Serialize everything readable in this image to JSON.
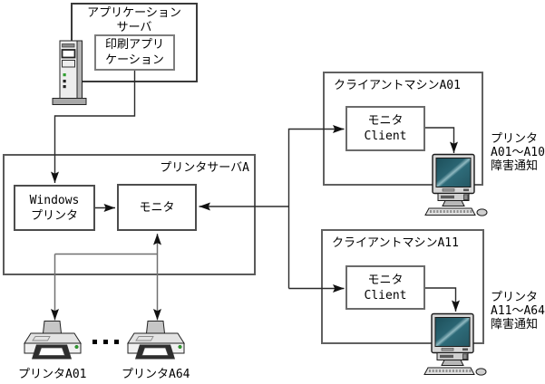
{
  "app_server": {
    "label_lines": [
      "アプリケーション",
      "サーバ"
    ],
    "print_app_lines": [
      "印刷アプリ",
      "ケーション"
    ]
  },
  "printer_server": {
    "label": "プリンタサーバA",
    "windows_printer_lines": [
      "Windows",
      "プリンタ"
    ],
    "monitor_label": "モニタ"
  },
  "client_a01": {
    "label": "クライアントマシンA01",
    "monitor_client_lines": [
      "モニタ",
      "Client"
    ],
    "notice_lines": [
      "プリンタ",
      "A01～A10",
      "障害通知"
    ]
  },
  "client_a11": {
    "label": "クライアントマシンA11",
    "monitor_client_lines": [
      "モニタ",
      "Client"
    ],
    "notice_lines": [
      "プリンタ",
      "A11～A64",
      "障害通知"
    ]
  },
  "printers_row": {
    "printer_a01_label": "プリンタA01",
    "printer_a64_label": "プリンタA64",
    "ellipsis": "…"
  },
  "icons": {
    "server": "server-tower-icon",
    "desktop_pc": "desktop-pc-icon",
    "printer": "printer-icon"
  },
  "colors": {
    "background": "#ffffff",
    "line_dark": "#2a2a2a",
    "line_gray": "#707070",
    "screen_teal": "#2a6472",
    "led_green": "#2f9e2f"
  }
}
